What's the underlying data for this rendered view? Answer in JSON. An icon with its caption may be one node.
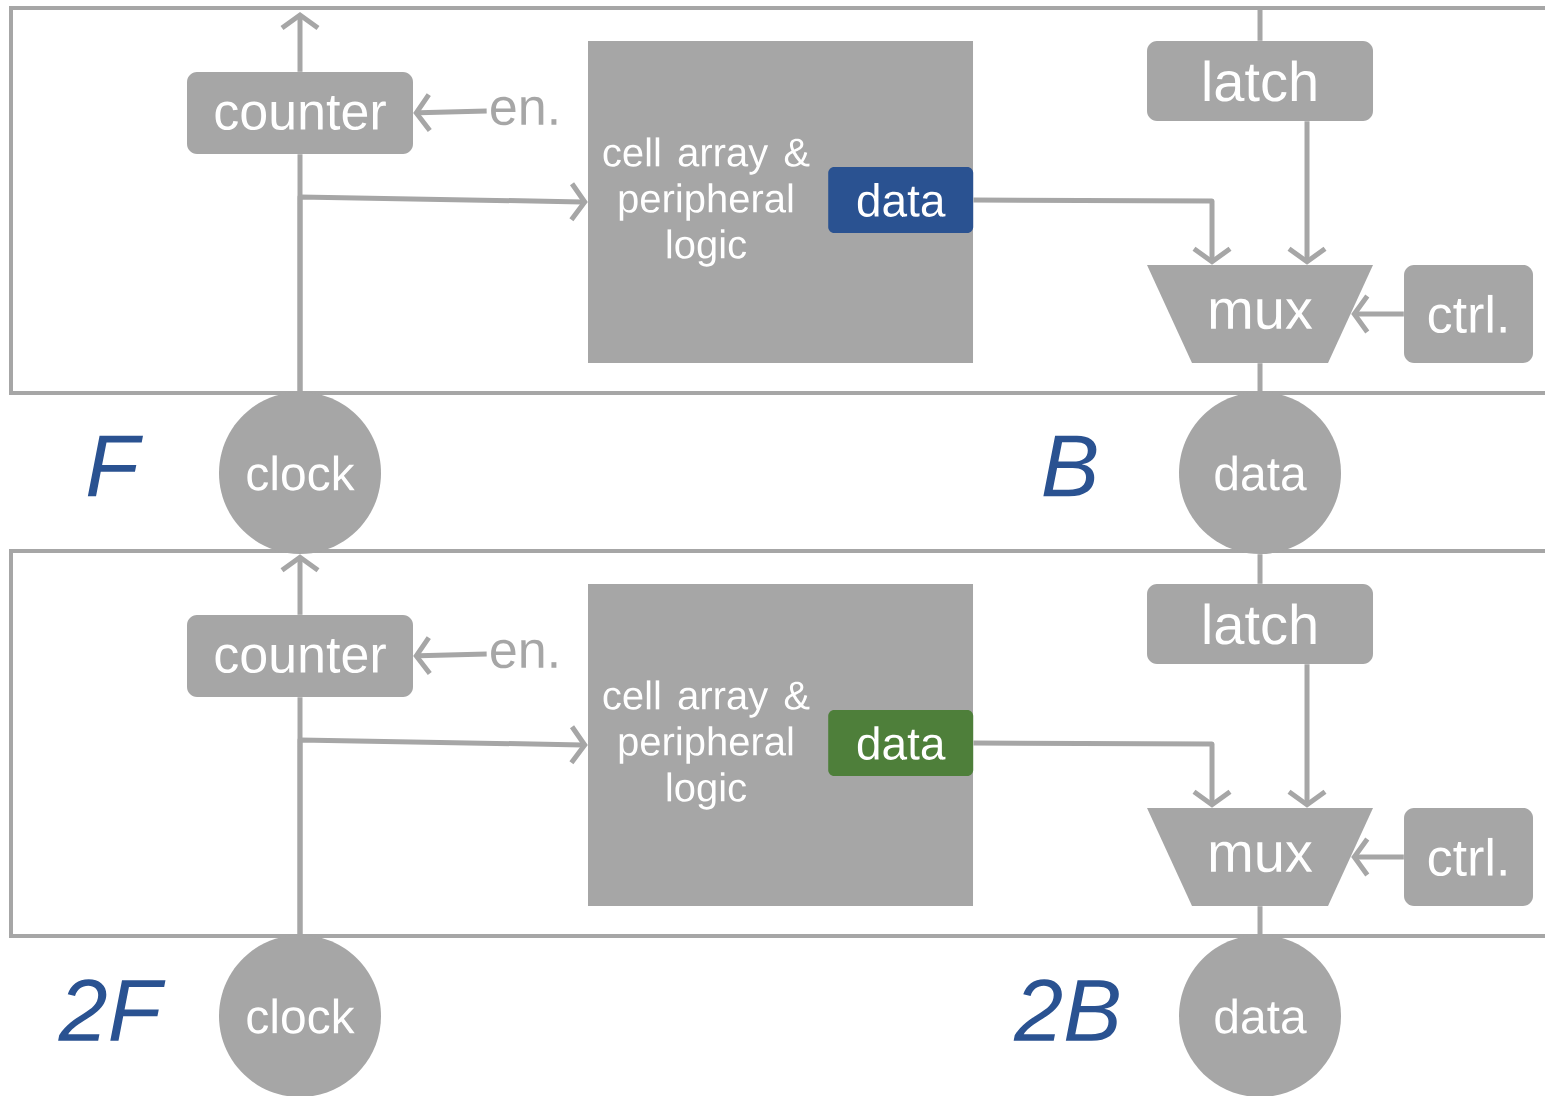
{
  "diagram": {
    "nodes": [
      {
        "text": [
          "counter"
        ]
      },
      {
        "text": [
          "en."
        ]
      },
      {
        "text": [
          "cell array & peripheral logic"
        ]
      },
      {
        "text": [
          "data"
        ],
        "in": 2
      },
      {
        "text": [
          "latch"
        ]
      },
      {
        "text": [
          "mux"
        ]
      },
      {
        "text": [
          "ctrl."
        ]
      },
      {
        "text": [
          "clock"
        ]
      },
      {
        "text": [
          "data"
        ]
      },
      {
        "text": [
          "counter"
        ]
      },
      {
        "text": [
          "en."
        ]
      },
      {
        "text": [
          "cell array & peripheral logic"
        ]
      },
      {
        "text": [
          "data"
        ],
        "in": 11
      },
      {
        "text": [
          "latch"
        ]
      },
      {
        "text": [
          "mux"
        ]
      },
      {
        "text": [
          "ctrl."
        ]
      },
      {
        "text": [
          "clock"
        ]
      },
      {
        "text": [
          "data"
        ]
      }
    ],
    "edges": [
      {
        "from": 7,
        "to": 0,
        "arrow": "none"
      },
      {
        "from": 0,
        "to": null,
        "arrow": "to"
      },
      {
        "from": 7,
        "to": 2,
        "arrow": "to"
      },
      {
        "from": 1,
        "to": 0,
        "arrow": "to"
      },
      {
        "from": 3,
        "to": 5,
        "arrow": "to"
      },
      {
        "from": 4,
        "to": 5,
        "arrow": "to"
      },
      {
        "from": 6,
        "to": 5,
        "arrow": "to"
      },
      {
        "from": null,
        "to": 4,
        "arrow": "none"
      },
      {
        "from": 5,
        "to": 8,
        "arrow": "none"
      },
      {
        "from": 16,
        "to": 9,
        "arrow": "none"
      },
      {
        "from": 9,
        "to": 7,
        "arrow": "to"
      },
      {
        "from": 16,
        "to": 11,
        "arrow": "to"
      },
      {
        "from": 10,
        "to": 9,
        "arrow": "to"
      },
      {
        "from": 12,
        "to": 14,
        "arrow": "to"
      },
      {
        "from": 13,
        "to": 14,
        "arrow": "to"
      },
      {
        "from": 15,
        "to": 14,
        "arrow": "to"
      },
      {
        "from": 8,
        "to": 13,
        "arrow": "none"
      },
      {
        "from": 14,
        "to": 17,
        "arrow": "none"
      }
    ],
    "labels": [
      "F",
      "B",
      "2F",
      "2B"
    ]
  }
}
